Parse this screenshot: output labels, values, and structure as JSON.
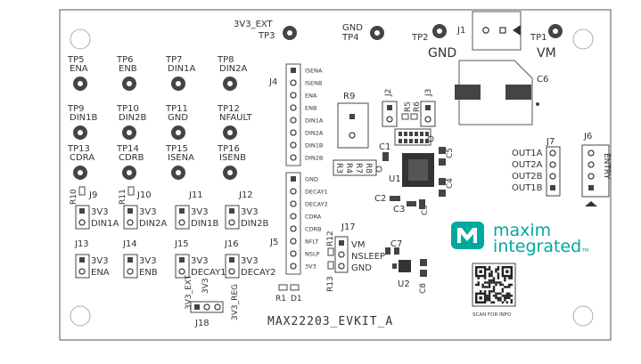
{
  "board": {
    "name": "MAX22203_EVKIT_A",
    "qr_caption": "SCAN FOR INFO",
    "logo_line1": "maxim",
    "logo_line2": "integrated",
    "logo_tm": "TM",
    "brand_color": "#00a99d"
  },
  "top": {
    "v3_label": "3V3_EXT",
    "v3_tp": "TP3",
    "gnd_label": "GND",
    "gnd_tp": "TP4",
    "tp2": "TP2",
    "gnd_big": "GND",
    "j1": "J1",
    "tp1": "TP1",
    "vm_big": "VM"
  },
  "tps": [
    {
      "tp": "TP5",
      "sig": "ENA"
    },
    {
      "tp": "TP6",
      "sig": "ENB"
    },
    {
      "tp": "TP7",
      "sig": "DIN1A"
    },
    {
      "tp": "TP8",
      "sig": "DIN2A"
    },
    {
      "tp": "TP9",
      "sig": "DIN1B"
    },
    {
      "tp": "TP10",
      "sig": "DIN2B"
    },
    {
      "tp": "TP11",
      "sig": "GND"
    },
    {
      "tp": "TP12",
      "sig": "NFAULT"
    },
    {
      "tp": "TP13",
      "sig": "CDRA"
    },
    {
      "tp": "TP14",
      "sig": "CDRB"
    },
    {
      "tp": "TP15",
      "sig": "ISENA"
    },
    {
      "tp": "TP16",
      "sig": "ISENB"
    }
  ],
  "r10": "R10",
  "r11": "R11",
  "jumpers": [
    {
      "ref": "J9",
      "v": "3V3",
      "sig": "DIN1A"
    },
    {
      "ref": "J10",
      "v": "3V3",
      "sig": "DIN2A"
    },
    {
      "ref": "J11",
      "v": "3V3",
      "sig": "DIN1B"
    },
    {
      "ref": "J12",
      "v": "3V3",
      "sig": "DIN2B"
    },
    {
      "ref": "J13",
      "v": "3V3",
      "sig": "ENA"
    },
    {
      "ref": "J14",
      "v": "3V3",
      "sig": "ENB"
    },
    {
      "ref": "J15",
      "v": "3V3",
      "sig": "DECAY1"
    },
    {
      "ref": "J16",
      "v": "3V3",
      "sig": "DECAY2"
    }
  ],
  "j18": {
    "ref": "J18",
    "a": "3V3_EXT",
    "b": "3V3",
    "c": "3V3_REG"
  },
  "j4": {
    "ref": "J4",
    "pins": [
      "ISENA",
      "ISENB",
      "ENA",
      "ENB",
      "DIN1A",
      "DIN2A",
      "DIN1B",
      "DIN2B"
    ]
  },
  "j5": {
    "ref": "J5",
    "pins": [
      "GND",
      "DECAY1",
      "DECAY2",
      "CDRA",
      "CDRB",
      "NFLT",
      "NSLP",
      "3V3"
    ]
  },
  "r1": "R1",
  "d1": "D1",
  "center": {
    "r9": "R9",
    "j2": "J2",
    "j3": "J3",
    "r5": "R5",
    "r6": "R6",
    "c1": "C1",
    "r3": "R3",
    "r4": "R4",
    "r7": "R7",
    "r8": "R8",
    "u1": "U1",
    "c2": "C2",
    "c3": "C3",
    "c9": "C9",
    "c4": "C4",
    "c5": "C5",
    "j17": "J17",
    "r12": "R12",
    "r13": "R13",
    "vm": "VM",
    "nsleep": "NSLEEP",
    "gnd": "GND",
    "c7": "C7",
    "c8": "C8",
    "u2": "U2"
  },
  "right": {
    "c6": "C6",
    "j7": "J7",
    "j6": "J6",
    "entry": "ENTRY",
    "outs": [
      "OUT1A",
      "OUT2A",
      "OUT2B",
      "OUT1B"
    ]
  }
}
